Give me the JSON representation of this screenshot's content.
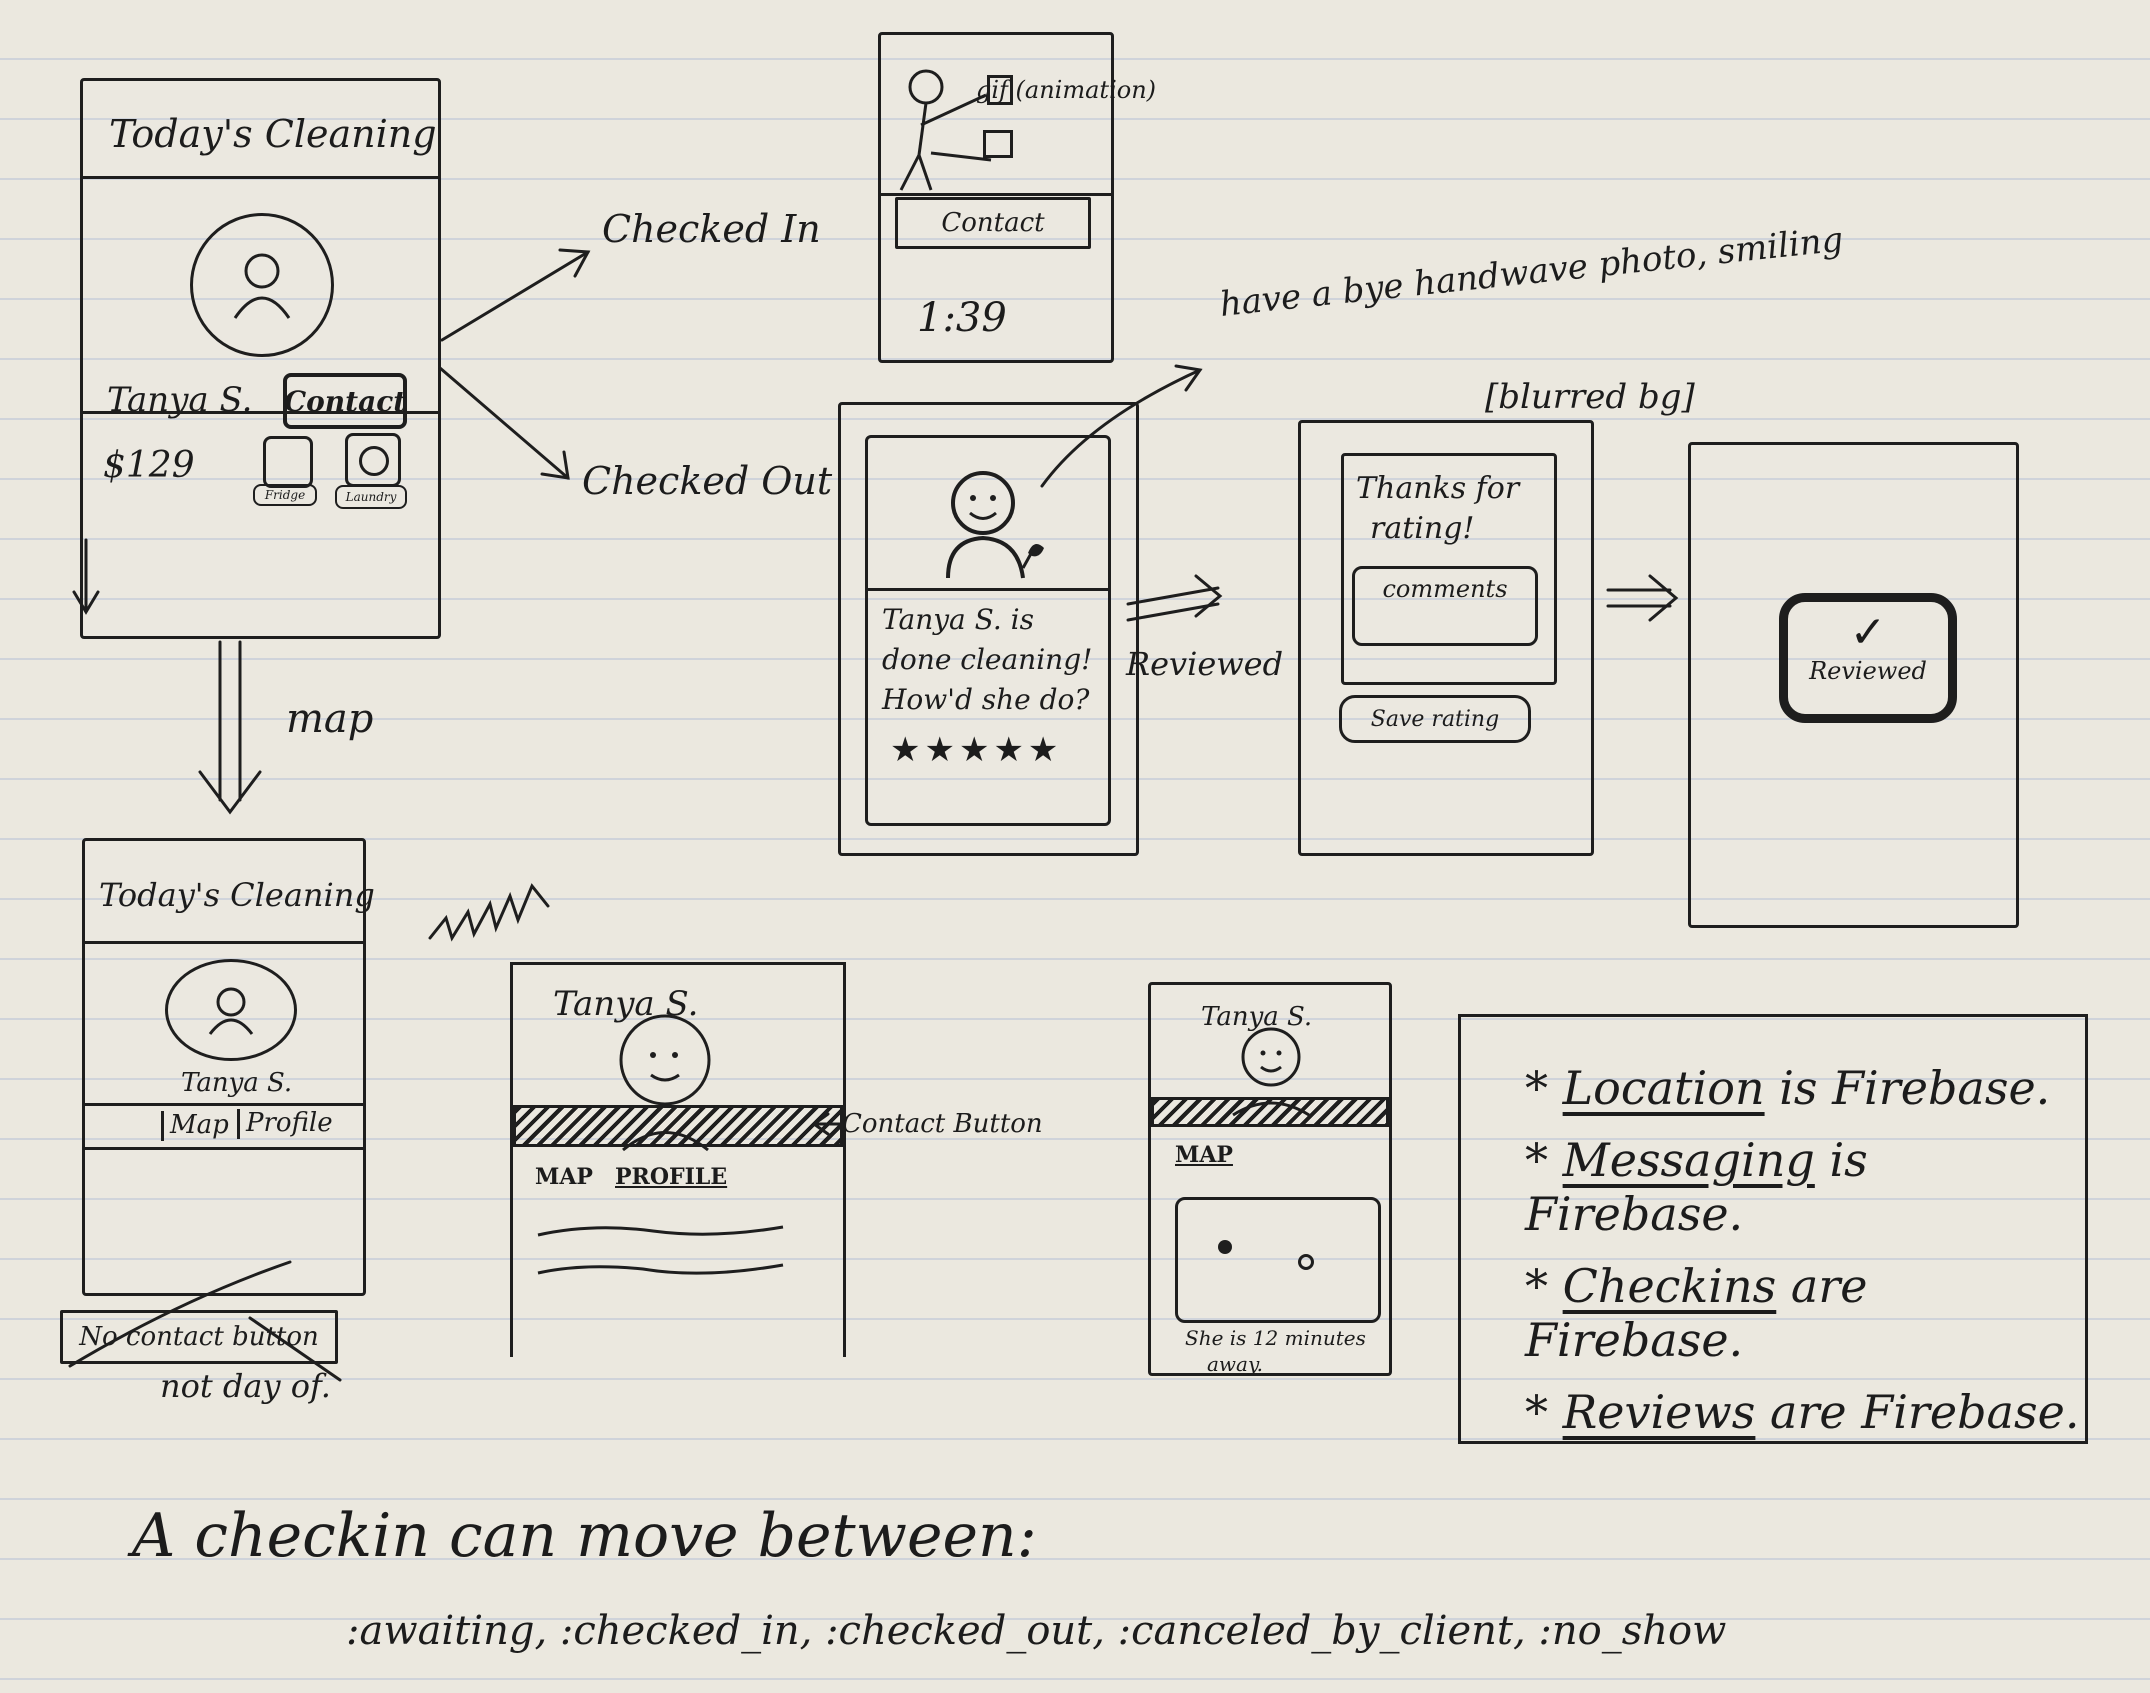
{
  "screen1": {
    "title": "Today's Cleaning",
    "name": "Tanya S.",
    "contact_label": "Contact",
    "price": "$129",
    "chip1": "Fridge",
    "chip2": "Laundry"
  },
  "arrows": {
    "checked_in": "Checked In",
    "checked_out": "Checked Out",
    "reviewed": "Reviewed",
    "map": "map"
  },
  "screen_checked_in": {
    "gif_label": "gif (animation)",
    "contact_label": "Contact",
    "timer": "1:39"
  },
  "annotation_photo": "have a bye handwave photo, smiling",
  "screen_checked_out": {
    "message_line1": "Tanya S. is",
    "message_line2": "done cleaning!",
    "message_line3": "How'd she do?",
    "stars": "★★★★★"
  },
  "blurred_label": "[blurred bg]",
  "screen_rating": {
    "thanks_line1": "Thanks for",
    "thanks_line2": "rating!",
    "comments_label": "comments",
    "save_label": "Save rating"
  },
  "screen_reviewed": {
    "badge_check": "✓",
    "badge_label": "Reviewed"
  },
  "screen_map_list": {
    "title": "Today's Cleaning",
    "name": "Tanya S.",
    "tab_map": "Map",
    "tab_profile": "Profile",
    "no_contact_button": "No contact button",
    "not_day_of": "not day of."
  },
  "screen_profile": {
    "name": "Tanya S.",
    "contact_button_note": "Contact Button",
    "tab_map": "MAP",
    "tab_profile": "PROFILE"
  },
  "screen_map_detail": {
    "name": "Tanya S.",
    "tab_map": "MAP",
    "eta_line1": "She is 12 minutes",
    "eta_line2": "away."
  },
  "notes": [
    {
      "keyword": "Location",
      "rest": "is Firebase."
    },
    {
      "keyword": "Messaging",
      "rest": "is Firebase."
    },
    {
      "keyword": "Checkins",
      "rest": "are Firebase."
    },
    {
      "keyword": "Reviews",
      "rest": "are Firebase."
    }
  ],
  "footer": {
    "line1": "A checkin can move between:",
    "line2": ":awaiting, :checked_in, :checked_out, :canceled_by_client, :no_show"
  }
}
